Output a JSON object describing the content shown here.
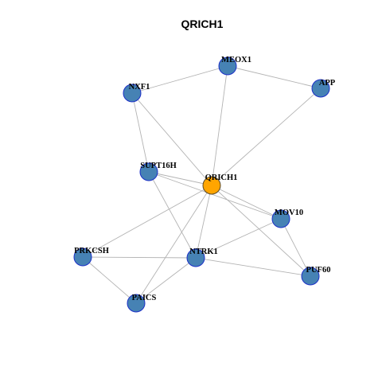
{
  "title": "QRICH1",
  "colors": {
    "background": "#ffffff",
    "edge": "#b3b3b3",
    "node_default_fill": "#4682b4",
    "node_default_stroke": "#1c30c8",
    "node_focus_fill": "#ffa500",
    "node_focus_stroke": "#5a4a2a"
  },
  "nodes": [
    {
      "id": "MEOX1",
      "label": "MEOX1",
      "focus": false
    },
    {
      "id": "NXF1",
      "label": "NXF1",
      "focus": false
    },
    {
      "id": "APP",
      "label": "APP",
      "focus": false
    },
    {
      "id": "SUPT16H",
      "label": "SUPT16H",
      "focus": false
    },
    {
      "id": "QRICH1",
      "label": "QRICH1",
      "focus": true
    },
    {
      "id": "MOV10",
      "label": "MOV10",
      "focus": false
    },
    {
      "id": "PRKCSH",
      "label": "PRKCSH",
      "focus": false
    },
    {
      "id": "NTRK1",
      "label": "NTRK1",
      "focus": false
    },
    {
      "id": "PUF60",
      "label": "PUF60",
      "focus": false
    },
    {
      "id": "PAICS",
      "label": "PAICS",
      "focus": false
    }
  ],
  "edges": [
    [
      "MEOX1",
      "NXF1"
    ],
    [
      "MEOX1",
      "APP"
    ],
    [
      "MEOX1",
      "QRICH1"
    ],
    [
      "NXF1",
      "SUPT16H"
    ],
    [
      "NXF1",
      "QRICH1"
    ],
    [
      "APP",
      "QRICH1"
    ],
    [
      "SUPT16H",
      "QRICH1"
    ],
    [
      "SUPT16H",
      "MOV10"
    ],
    [
      "SUPT16H",
      "NTRK1"
    ],
    [
      "QRICH1",
      "MOV10"
    ],
    [
      "QRICH1",
      "PUF60"
    ],
    [
      "QRICH1",
      "NTRK1"
    ],
    [
      "QRICH1",
      "PRKCSH"
    ],
    [
      "QRICH1",
      "PAICS"
    ],
    [
      "MOV10",
      "NTRK1"
    ],
    [
      "MOV10",
      "PUF60"
    ],
    [
      "PRKCSH",
      "NTRK1"
    ],
    [
      "PRKCSH",
      "PAICS"
    ],
    [
      "NTRK1",
      "PAICS"
    ],
    [
      "NTRK1",
      "PUF60"
    ]
  ]
}
